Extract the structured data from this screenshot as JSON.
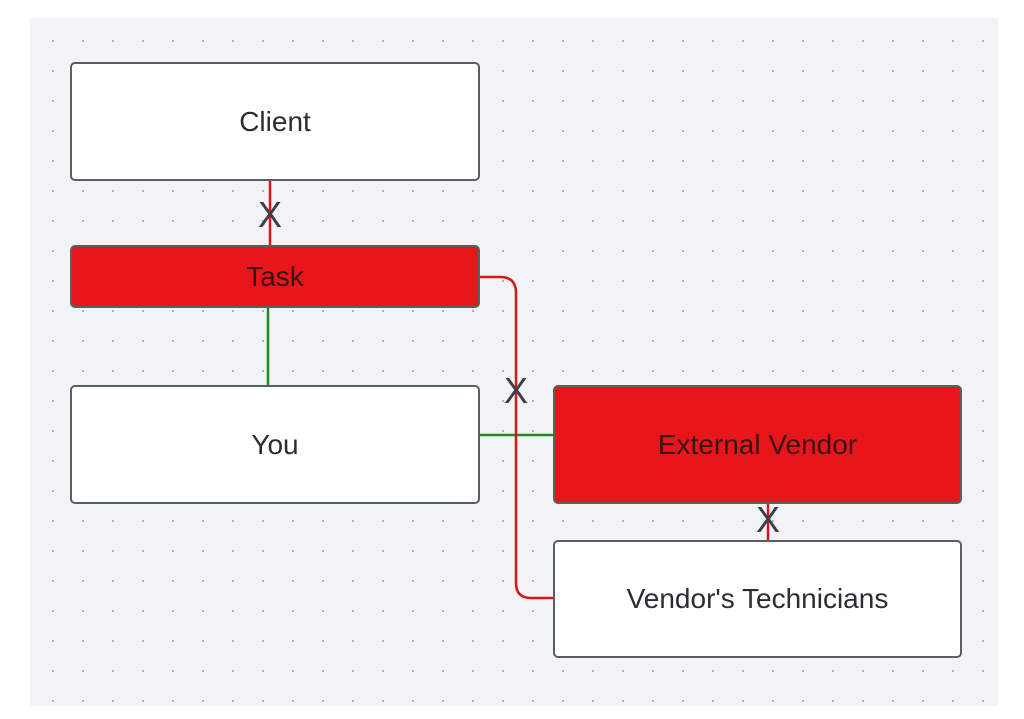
{
  "diagram": {
    "nodes": {
      "client": {
        "label": "Client",
        "status": "normal"
      },
      "task": {
        "label": "Task",
        "status": "blocked"
      },
      "you": {
        "label": "You",
        "status": "normal"
      },
      "external_vendor": {
        "label": "External Vendor",
        "status": "blocked"
      },
      "vendor_technicians": {
        "label": "Vendor's Technicians",
        "status": "normal"
      }
    },
    "connections": [
      {
        "from": "client",
        "to": "task",
        "state": "broken",
        "mark": "X"
      },
      {
        "from": "task",
        "to": "you",
        "state": "ok"
      },
      {
        "from": "task",
        "to": "vendor_technicians",
        "state": "broken",
        "mark": "X"
      },
      {
        "from": "you",
        "to": "external_vendor",
        "state": "ok"
      },
      {
        "from": "external_vendor",
        "to": "vendor_technicians",
        "state": "broken",
        "mark": "X"
      }
    ],
    "colors": {
      "ok": "#1e8c1e",
      "broken": "#d9161c",
      "blocked_fill": "#e8161b",
      "mark": "#3c3e45"
    }
  }
}
